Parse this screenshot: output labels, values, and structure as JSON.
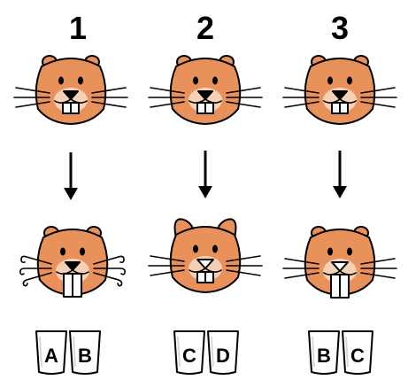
{
  "colors": {
    "fur": "#e8915a",
    "muzzle": "#f5d0b5",
    "outline": "#000000",
    "tooth": "#ffffff",
    "background": "#ffffff"
  },
  "columns": [
    {
      "number": "1",
      "before_face": "beaver-face-plain",
      "after_face": "beaver-face-curly-whiskers-long-teeth",
      "cups": [
        "A",
        "B"
      ]
    },
    {
      "number": "2",
      "before_face": "beaver-face-plain",
      "after_face": "beaver-face-big-ears-white-nose",
      "cups": [
        "C",
        "D"
      ]
    },
    {
      "number": "3",
      "before_face": "beaver-face-plain",
      "after_face": "beaver-face-white-nose-long-teeth",
      "cups": [
        "B",
        "C"
      ]
    }
  ]
}
